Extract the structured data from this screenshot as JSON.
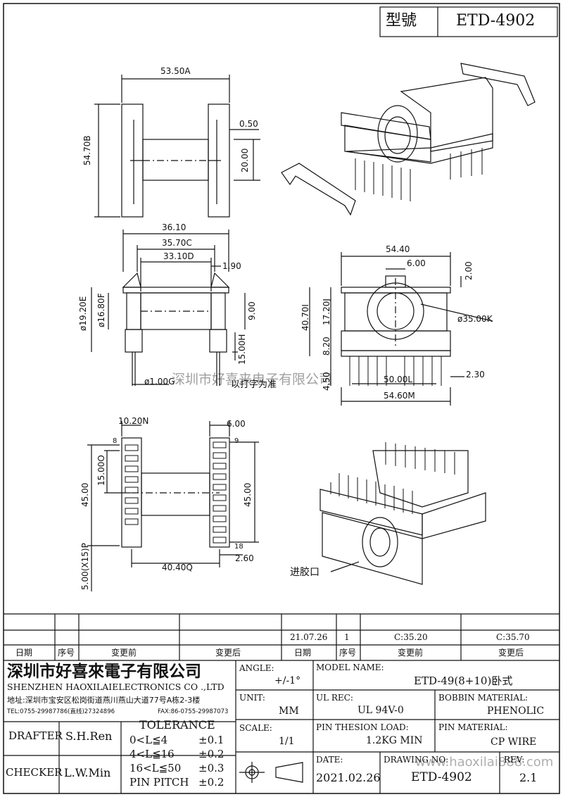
{
  "header": {
    "model_label": "型號",
    "model_value": "ETD-4902"
  },
  "dims": {
    "top_width": "53.50",
    "top_width_ref": "A",
    "top_height": "54.70",
    "top_height_ref": "B",
    "flange_thk": "0.50",
    "core_dia": "20.00",
    "side_36": "36.10",
    "side_357": "35.70",
    "side_357_ref": "C",
    "side_331": "33.10",
    "side_331_ref": "D",
    "side_19": "1.90",
    "side_192": "ø19.20",
    "side_192_ref": "E",
    "side_168": "ø16.80",
    "side_168_ref": "F",
    "side_9": "9.00",
    "side_15": "15.00",
    "side_15_ref": "H",
    "pin_dia": "ø1.00",
    "pin_dia_ref": "G",
    "note": "以打字为准",
    "front_544": "54.40",
    "front_6": "6.00",
    "front_2": "2.00",
    "front_407": "40.70",
    "front_407_ref": "I",
    "front_172": "17.20",
    "front_172_ref": "J",
    "front_35": "ø35.00",
    "front_35_ref": "K",
    "front_82": "8.20",
    "front_45": "4.50",
    "front_50": "50.00",
    "front_50_ref": "L",
    "front_546": "54.60",
    "front_546_ref": "M",
    "front_23": "2.30",
    "bot_102": "10.20",
    "bot_102_ref": "N",
    "bot_6": "6.00",
    "bot_15": "15.00",
    "bot_15_ref": "O",
    "bot_45": "45.00",
    "bot_45b": "45.00",
    "bot_5x15": "5.00(X15)",
    "bot_5x15_ref": "P",
    "bot_404": "40.40",
    "bot_404_ref": "Q",
    "bot_26": "2.60",
    "pin8": "8",
    "pin9": "9",
    "pin18": "18",
    "gate": "进胶口"
  },
  "watermark": {
    "main": "深圳市好喜来电子有限公司",
    "url": "www.haoxilai888.com"
  },
  "revision": {
    "date": "21.07.26",
    "seq": "1",
    "before": "C:35.20",
    "after": "C:35.70",
    "h_date": "日期",
    "h_seq": "序号",
    "h_before": "变更前",
    "h_after": "变更后"
  },
  "title_block": {
    "company_cn": "深圳市好喜來電子有限公司",
    "company_en": "SHENZHEN HAOXILAIELECTRONICS CO .,LTD",
    "address": "地址:深圳市宝安区松岗街道燕川燕山大道77号A栋2-3楼",
    "tel": "TEL:0755-29987786(直线)27324896",
    "fax": "FAX:86-0755-29987073",
    "drafter_label": "DRAFTER",
    "drafter": "S.H.Ren",
    "checker_label": "CHECKER",
    "checker": "L.W.Min",
    "tolerance_label": "TOLERANCE",
    "tol_rows": [
      {
        "range": "0<L≦4",
        "tol": "±0.1"
      },
      {
        "range": "4<L≦16",
        "tol": "±0.2"
      },
      {
        "range": "16<L≦50",
        "tol": "±0.3"
      },
      {
        "range": "PIN PITCH",
        "tol": "±0.2"
      }
    ],
    "angle_label": "ANGLE:",
    "angle": "+/-1°",
    "unit_label": "UNIT:",
    "unit": "MM",
    "scale_label": "SCALE:",
    "scale": "1/1",
    "model_name_label": "MODEL NAME:",
    "model_name": "ETD-49(8+10)卧式",
    "ul_label": "UL REC:",
    "ul": "UL 94V-0",
    "bobbin_label": "BOBBIN MATERIAL:",
    "bobbin": "PHENOLIC",
    "pin_load_label": "PIN THESION LOAD:",
    "pin_load": "1.2KG MIN",
    "pin_mat_label": "PIN MATERIAL:",
    "pin_mat": "CP  WIRE",
    "date_label": "DATE:",
    "date": "2021.02.26",
    "drawing_no_label": "DRAWING NO:",
    "drawing_no": "ETD-4902",
    "rev_label": "REV:",
    "rev": "2.1"
  }
}
